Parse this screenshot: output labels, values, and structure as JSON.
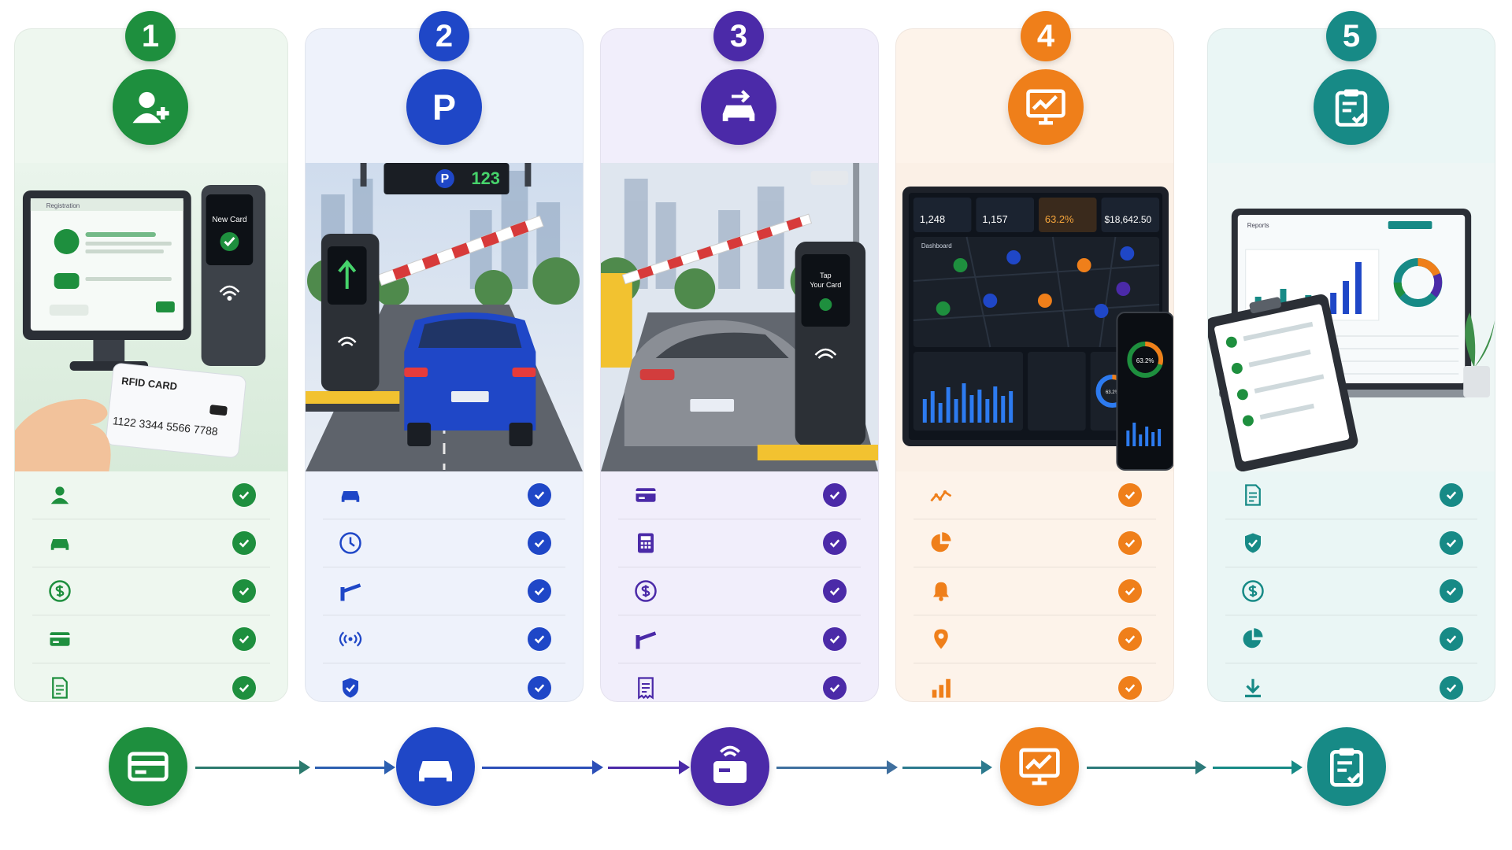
{
  "steps": [
    {
      "number": "1",
      "color": "#1e8f3e",
      "panel_bg": "#eef7ef",
      "row_icons": [
        "user-icon",
        "car-icon",
        "dollar-icon",
        "card-icon",
        "document-icon"
      ]
    },
    {
      "number": "2",
      "color": "#1f47c7",
      "panel_bg": "#eef2fb",
      "row_icons": [
        "car-icon",
        "clock-icon",
        "barrier-icon",
        "rfid-signal-icon",
        "shield-icon"
      ]
    },
    {
      "number": "3",
      "color": "#4b2aa8",
      "panel_bg": "#f1eefb",
      "row_icons": [
        "card-icon",
        "calculator-icon",
        "dollar-icon",
        "barrier-icon",
        "receipt-icon"
      ]
    },
    {
      "number": "4",
      "color": "#ef7f1a",
      "panel_bg": "#fdf3ea",
      "row_icons": [
        "trend-line-icon",
        "pie-chart-icon",
        "bell-icon",
        "location-pin-icon",
        "bar-chart-icon"
      ]
    },
    {
      "number": "5",
      "color": "#178a86",
      "panel_bg": "#eaf6f5",
      "row_icons": [
        "document-icon",
        "shield-icon",
        "dollar-icon",
        "pie-chart-icon",
        "download-icon"
      ]
    }
  ],
  "illustrations": {
    "registration": {
      "screen_heading": "Registration",
      "kiosk_label": "New Card",
      "rfid_card_title": "RFID CARD",
      "rfid_card_number": "1122 3344 5566 7788"
    },
    "entry": {
      "sign_symbol": "P",
      "sign_number": "123"
    },
    "exit": {
      "kiosk_label_1": "Tap",
      "kiosk_label_2": "Your Card"
    },
    "dashboard": {
      "kpis": [
        "1,248",
        "1,157",
        "63.2%",
        "$18,642.50"
      ],
      "map_label": "Dashboard",
      "phone_percent": "63.2%",
      "small_ring_percent": "63.2%"
    },
    "reports": {
      "screen_heading": "Reports"
    }
  },
  "flow": [
    {
      "icon": "card-icon",
      "color": "#1e8f3e"
    },
    {
      "icon": "car-icon",
      "color": "#1f47c7"
    },
    {
      "icon": "rfid-card-icon",
      "color": "#4b2aa8"
    },
    {
      "icon": "monitor-chart-icon",
      "color": "#ef7f1a"
    },
    {
      "icon": "clipboard-check-icon",
      "color": "#178a86"
    }
  ]
}
